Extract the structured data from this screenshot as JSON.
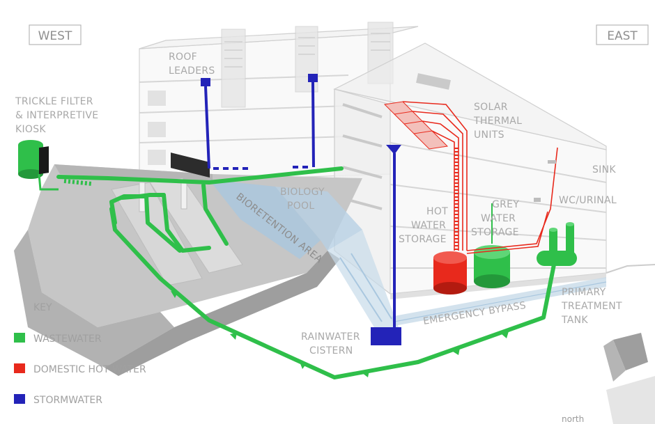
{
  "orientation": {
    "west": "WEST",
    "east": "EAST"
  },
  "labels": {
    "roof_leaders": [
      "ROOF",
      "LEADERS"
    ],
    "trickle_filter": [
      "TRICKLE FILTER",
      "& INTERPRETIVE",
      "KIOSK"
    ],
    "solar_thermal": [
      "SOLAR",
      "THERMAL",
      "UNITS"
    ],
    "sink": "SINK",
    "wc_urinal": "WC/URINAL",
    "biology_pool": [
      "BIOLOGY",
      "POOL"
    ],
    "bioretention_area": "BIORETENTION AREA",
    "hot_water_storage": [
      "HOT",
      "WATER",
      "STORAGE"
    ],
    "grey_water_storage": [
      "GREY",
      "WATER",
      "STORAGE"
    ],
    "primary_treatment_tank": [
      "PRIMARY",
      "TREATMENT",
      "TANK"
    ],
    "emergency_bypass": "EMERGENCY BYPASS",
    "rainwater_cistern": [
      "RAINWATER",
      "CISTERN"
    ],
    "north": "north"
  },
  "key": {
    "title": "KEY",
    "items": [
      {
        "label": "WASTEWATER",
        "color": "#2fbf4a"
      },
      {
        "label": "DOMESTIC HOT WATER",
        "color": "#e8291c"
      },
      {
        "label": "STORMWATER",
        "color": "#2323b8"
      }
    ]
  },
  "colors": {
    "wastewater": "#2fbf4a",
    "domestic_hot_water": "#e8291c",
    "stormwater": "#2323b8",
    "bioretention": "#a9c7df"
  }
}
